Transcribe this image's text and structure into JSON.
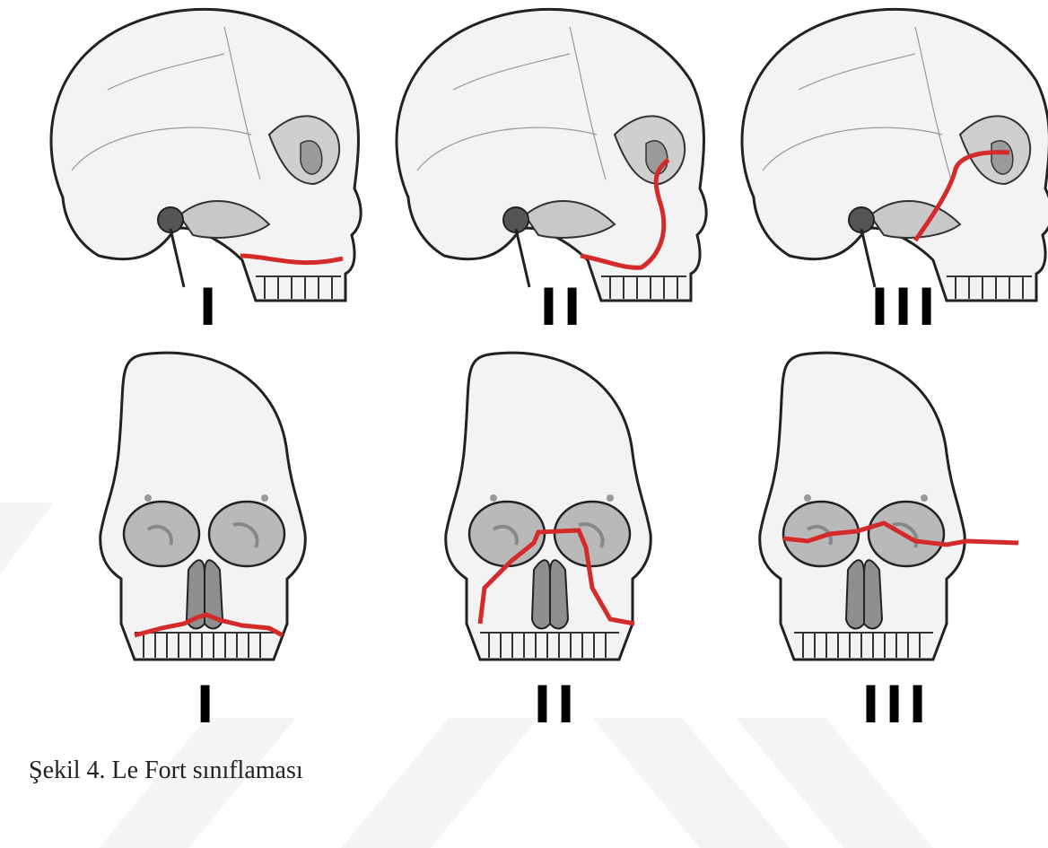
{
  "figure": {
    "caption": "Şekil 4. Le Fort sınıflaması",
    "lateral_labels": [
      "I",
      "II",
      "III"
    ],
    "frontal_labels": [
      "I",
      "II",
      "III"
    ],
    "colors": {
      "fracture_line": "#d42a2a",
      "bone": "#f3f3f3",
      "shadow": "#c8c8c8",
      "watermark": "#eeeeee"
    }
  }
}
